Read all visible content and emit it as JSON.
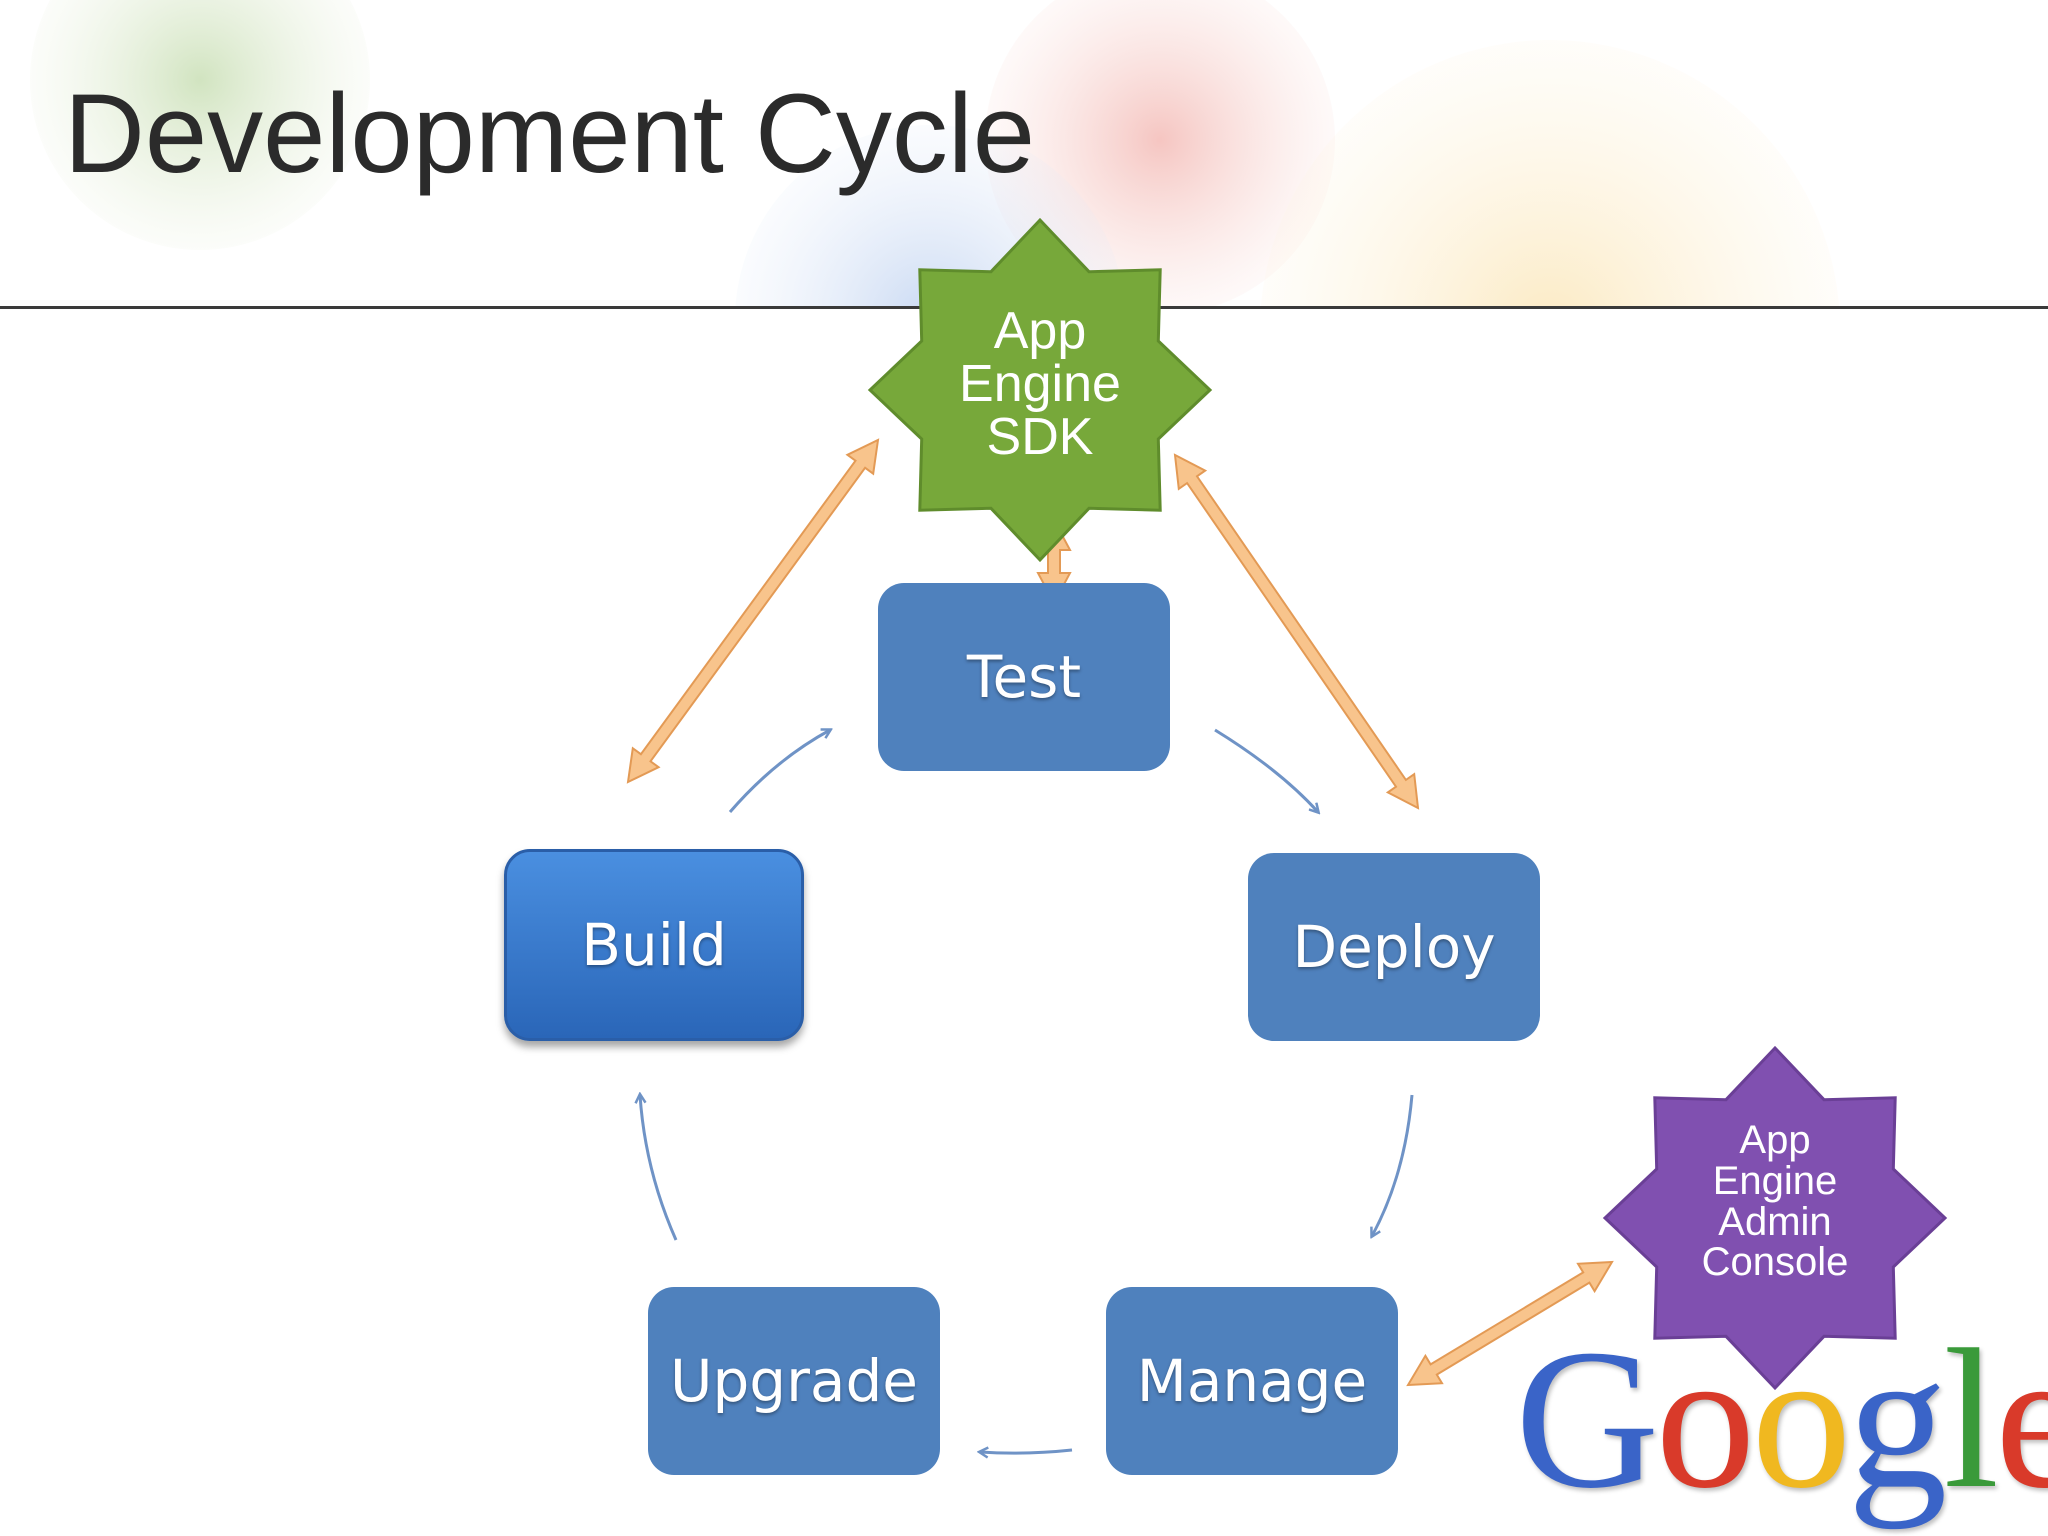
{
  "slide": {
    "title": "Development Cycle"
  },
  "stages": {
    "test": "Test",
    "deploy": "Deploy",
    "manage": "Manage",
    "upgrade": "Upgrade",
    "build": "Build"
  },
  "tools": {
    "sdk": {
      "line1": "App",
      "line2": "Engine",
      "line3": "SDK",
      "color": "#77a83a"
    },
    "admin": {
      "line1": "App",
      "line2": "Engine",
      "line3": "Admin",
      "line4": "Console",
      "color": "#8050b0"
    }
  },
  "logo": {
    "letters": [
      "G",
      "o",
      "o",
      "g",
      "l",
      "e"
    ],
    "letter_colors": [
      "#3a64c8",
      "#d93a2a",
      "#f0b820",
      "#3a64c8",
      "#3a9a3a",
      "#d93a2a"
    ],
    "trademark": "™"
  },
  "colors": {
    "box": "#4f81bd",
    "bidirectional_arrow": "#f8c48c",
    "cycle_arrow": "#6f93c6"
  }
}
